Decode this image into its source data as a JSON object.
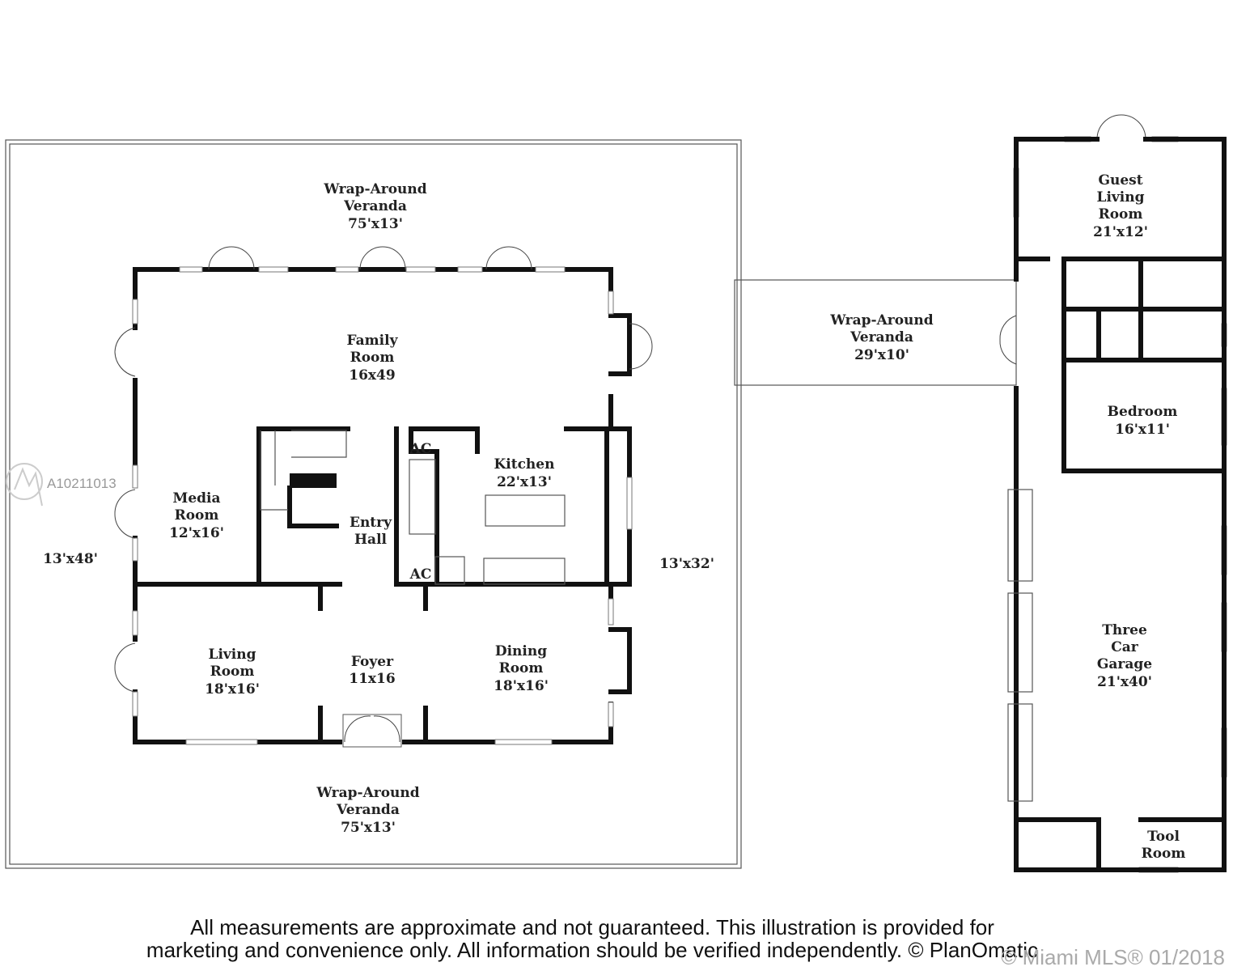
{
  "rooms": {
    "veranda_top": [
      "Wrap-Around",
      "Veranda",
      "75'x13'"
    ],
    "family": [
      "Family",
      "Room",
      "16x49"
    ],
    "media": [
      "Media",
      "Room",
      "12'x16'"
    ],
    "side_left": "13'x48'",
    "side_right": "13'x32'",
    "entry": [
      "Entry",
      "Hall"
    ],
    "kitchen": [
      "Kitchen",
      "22'x13'"
    ],
    "ac1": "AC",
    "ac2": "AC",
    "living": [
      "Living",
      "Room",
      "18'x16'"
    ],
    "foyer": [
      "Foyer",
      "11x16"
    ],
    "dining": [
      "Dining",
      "Room",
      "18'x16'"
    ],
    "veranda_bottom": [
      "Wrap-Around",
      "Veranda",
      "75'x13'"
    ],
    "veranda_link": [
      "Wrap-Around",
      "Veranda",
      "29'x10'"
    ],
    "guest": [
      "Guest",
      "Living",
      "Room",
      "21'x12'"
    ],
    "bedroom": [
      "Bedroom",
      "16'x11'"
    ],
    "garage": [
      "Three",
      "Car",
      "Garage",
      "21'x40'"
    ],
    "tool": [
      "Tool",
      "Room"
    ]
  },
  "listing_id": "A10211013",
  "disclaimer": [
    "All measurements are approximate and not guaranteed. This illustration is provided for",
    "marketing and convenience only. All information should be verified independently. © PlanOmatic"
  ],
  "watermark": "© Miami MLS® 01/2018"
}
